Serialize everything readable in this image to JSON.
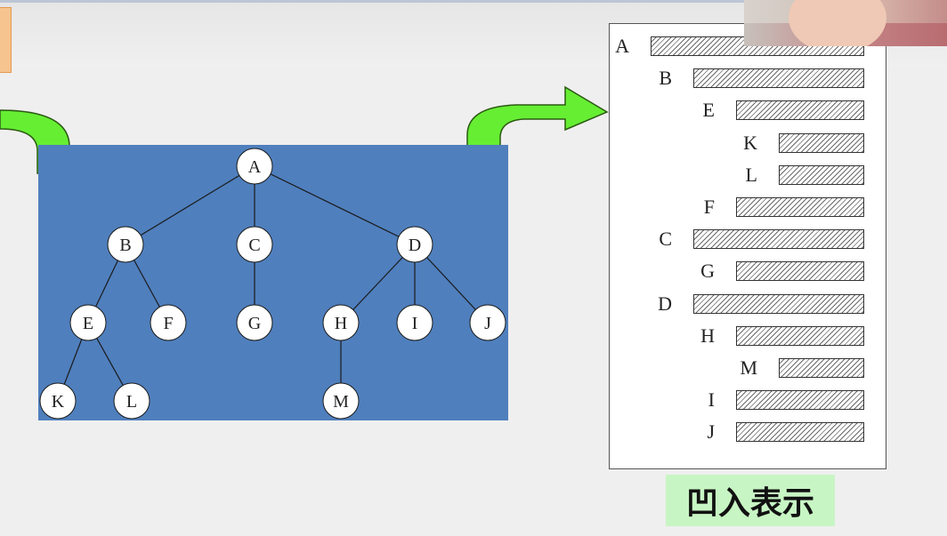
{
  "tree": {
    "nodes": [
      {
        "id": "A",
        "label": "A"
      },
      {
        "id": "B",
        "label": "B"
      },
      {
        "id": "C",
        "label": "C"
      },
      {
        "id": "D",
        "label": "D"
      },
      {
        "id": "E",
        "label": "E"
      },
      {
        "id": "F",
        "label": "F"
      },
      {
        "id": "G",
        "label": "G"
      },
      {
        "id": "H",
        "label": "H"
      },
      {
        "id": "I",
        "label": "I"
      },
      {
        "id": "J",
        "label": "J"
      },
      {
        "id": "K",
        "label": "K"
      },
      {
        "id": "L",
        "label": "L"
      },
      {
        "id": "M",
        "label": "M"
      }
    ],
    "edges": [
      [
        "A",
        "B"
      ],
      [
        "A",
        "C"
      ],
      [
        "A",
        "D"
      ],
      [
        "B",
        "E"
      ],
      [
        "B",
        "F"
      ],
      [
        "C",
        "G"
      ],
      [
        "D",
        "H"
      ],
      [
        "D",
        "I"
      ],
      [
        "D",
        "J"
      ],
      [
        "E",
        "K"
      ],
      [
        "E",
        "L"
      ],
      [
        "H",
        "M"
      ]
    ]
  },
  "indentation": {
    "rows": [
      {
        "label": "A",
        "depth": 0
      },
      {
        "label": "B",
        "depth": 1
      },
      {
        "label": "E",
        "depth": 2
      },
      {
        "label": "K",
        "depth": 3
      },
      {
        "label": "L",
        "depth": 3
      },
      {
        "label": "F",
        "depth": 2
      },
      {
        "label": "C",
        "depth": 1
      },
      {
        "label": "G",
        "depth": 2
      },
      {
        "label": "D",
        "depth": 1
      },
      {
        "label": "H",
        "depth": 2
      },
      {
        "label": "M",
        "depth": 3
      },
      {
        "label": "I",
        "depth": 2
      },
      {
        "label": "J",
        "depth": 2
      }
    ]
  },
  "caption": "凹入表示",
  "colors": {
    "panel": "#4f7fbd",
    "arrow_fill": "#66ee33",
    "caption_bg": "#c8f5c4"
  },
  "icons": [
    "curved-arrow-icon",
    "curved-arrow-right-icon"
  ]
}
